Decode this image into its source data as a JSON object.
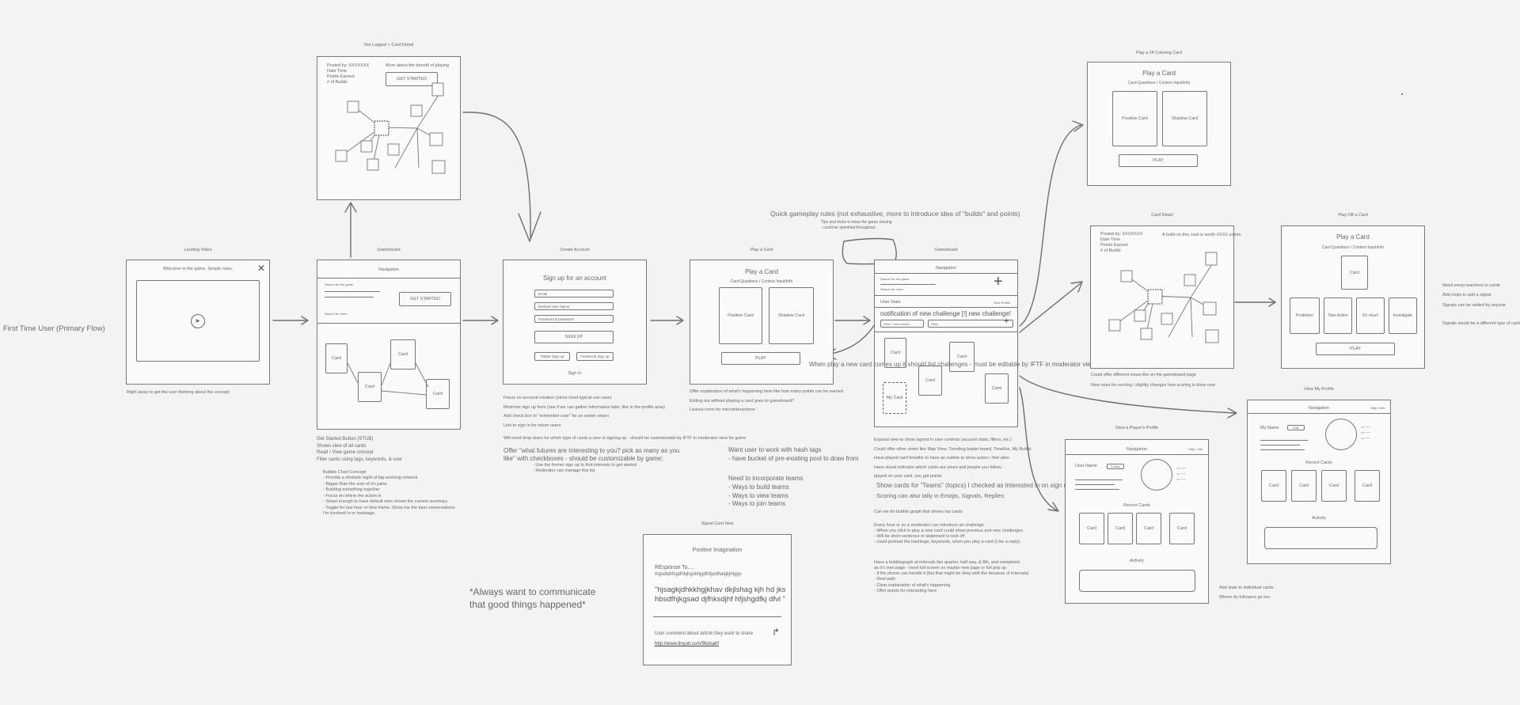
{
  "flow_label": "First Time User (Primary Flow)",
  "frames": {
    "landing": {
      "label": "Landing Video",
      "welcome": "Welcome to the game. Simple rules.",
      "note": "Right away to get the user thinking about the concept"
    },
    "card_detail_top": {
      "label": "Not Logged > Card Detail",
      "meta": [
        "Posted by: XXXXXXX",
        "Date Time",
        "Points Earned",
        "# of Builds"
      ],
      "hint": "More about the benefit of playing",
      "button": "GET STARTED"
    },
    "gameboard1": {
      "label": "Gameboard",
      "nav": "Navigation",
      "search_hint": "Search for the game",
      "search_more": "Search for more",
      "button": "GET STARTED",
      "cards": [
        "Card",
        "Card",
        "Card",
        "Card"
      ],
      "notes": [
        "Get Started Button (STUB)",
        "Shows view of all cards",
        "Read / View game concept",
        "Filter cards using tags, keywords, & user"
      ],
      "subnotes_title": "Bubble Chart Concept",
      "subnotes": [
        "- Provide a wholistic sight of big evolving network",
        "- Bigger than the sum of it's parts",
        "- Building something together",
        "- Focus on where the action is",
        "- Smart enough to have default view shows the current summary",
        "- Toggle for last hour or time frame. Show me the best conversations",
        "  I'm involved in or hashtags"
      ]
    },
    "create_account": {
      "label": "Create Account",
      "title": "Sign up for an account",
      "fields": [
        "Email",
        "Desired User Name",
        "Password & password"
      ],
      "signup": "SIGN UP",
      "twitter": "Twitter Sign up",
      "facebook": "Facebook Sign up",
      "signin": "Sign In",
      "notes": [
        "Focus on account creation (since most typical use case)",
        "Minimize sign up form (see if we can gather information later, like in the profile area)",
        "Add check box to \"remember user\" for an easier return",
        "Link to sign in for return users"
      ],
      "note2": "Will need drop down for which type of cards a user is signing up - should be customizable by IFTF in moderator view for game",
      "offer": [
        "Offer \"what futures are interesting to you? pick as many as you",
        "like\" with checkboxes - should be customizable by game;"
      ],
      "offer_sub": [
        "- Use the former sign up to find interests to get started",
        "- Moderator can manage this list"
      ]
    },
    "play_card1": {
      "label": "Play a Card",
      "title": "Play a Card",
      "sub": "Card Questions / Context Input/Info",
      "positive": "Positive Card",
      "shadow": "Shadow Card",
      "play": "PLAY",
      "notes": [
        "Offer explanation of what's happening here like how many points can be earned",
        "Exiting out without playing a card goes to gameboard?",
        "Leaves room for microinteractions"
      ]
    },
    "gameboard2": {
      "label": "Gameboard",
      "nav": "Navigation",
      "search_hint": "Search for the game",
      "search_more": "Search for more",
      "user_stats": "User Stats",
      "view_profile": "View Profile",
      "notification": "notification of new challenge [!] new challenge!",
      "filter1": "Filter / Sort results",
      "filter2": "Filter",
      "cards": [
        "Card",
        "Card",
        "Card",
        "Card"
      ],
      "my_card": "My Card",
      "notes": [
        "Expand view to show signed in user controls (account stats, filters, etc.)",
        "Could offer other views like Map View, Trending leader board, Timeline, My Builds",
        "Have played card breathe to have an outline to show action / feel alive",
        "Have visual indicator which cards are yours and people you follow,",
        "played on your card, you got points"
      ],
      "teams": "Show cards for \"Teams\" (topics) I checked as interested in on sign up",
      "scoring": "Scoring can also tally in Emojis, Signals, Replies",
      "bubble_note": "Can we do bubble graph that shows top cards",
      "hour_notes": [
        "Every hour or so a moderator can introduce an challenge",
        "- When you click to play a new card could show previous and new challenges",
        "- Will be short sentence or statement to kick off",
        "- could preload the hashtags, keywords, when you play a card (Like a reply)"
      ],
      "bubble2": [
        "Have a bubblegraph at intervals like quarter, half way, & 8th, and completed",
        "as it's own page - need full screen so maybe new page or full pop up",
        "- If the phone can handle it (but that might be okay with the because of intervals)",
        "- Deal path",
        "- Clear explanation of what's happening",
        "- Offer points for interacting here"
      ]
    },
    "hashtags": {
      "lines": [
        "Want user to work with hash tags",
        "- have bucket of pre-existing pool to draw from"
      ],
      "teams": [
        "Need to incorporate teams",
        "- Ways to build teams",
        "- Ways to view teams",
        "- Ways to join teams"
      ]
    },
    "quick_rules": {
      "title": "Quick gameplay rules (not exhaustive, more to introduce idea of \"builds\" and points)",
      "sub": [
        "Tips and tricks to keep the game moving",
        "- could be sprinkled throughout"
      ]
    },
    "new_card_note": "When play a new card comes up it should list challenges - must be editable by IFTF in moderator view",
    "signal_card": {
      "label": "Signal Card Idea",
      "title": "Positive Imagination",
      "response": "REsponse To....",
      "response_text": "ihgsdkjhfsgdhkjhgskhjgdhfgsdhalgkjhlggs",
      "quote": [
        "\"hjsagkjdhkkhgjkhav dkjlshag kjh hd jks",
        "hbsdfhjkgsad djfhksdjhf hfjshgdfkj dfvl \""
      ],
      "comment": "User comment about article they want to share",
      "link": "http://www.tinyurl.com/9kdsahf"
    },
    "always": [
      "*Always want to communicate",
      "that good things happened*"
    ],
    "coloring": {
      "label": "Play a Of Coloring Card",
      "title": "Play a Card",
      "sub": "Card Questions / Context Input/Info",
      "positive": "Positive Card",
      "shadow": "Shadow Card",
      "play": "PLAY"
    },
    "card_detail2": {
      "label": "Card Detail",
      "meta": [
        "Posted by: XXXXXXX",
        "Date Time",
        "Points Earned",
        "# of Builds"
      ],
      "hint": "A build on this card is worth XXXX points",
      "notes": [
        "Could offer different views like on the gameboard page",
        "New rules for scoring / slightly changes how scoring is done now"
      ]
    },
    "play_off": {
      "label": "Play Off a Card",
      "title": "Play a Card",
      "sub": "Card Questions / Context Input/Info",
      "card": "Card",
      "options": [
        "Prediction",
        "Take Action",
        "It's clear!",
        "Investigate"
      ],
      "play": "PLAY",
      "notes": [
        "Need emoji reactions to cards",
        "Add mojis to add a signal",
        "Signals can be added by anyone",
        "Signals would be a different type of card"
      ]
    },
    "player_profile": {
      "label": "View a Player's Profile",
      "nav": "Navigation",
      "help": "Help / Info",
      "user_name": "User Name",
      "follow": "Follow",
      "recent": "Recent Cards",
      "cards": [
        "Card",
        "Card",
        "Card",
        "Card"
      ],
      "activity": "Activity"
    },
    "my_profile": {
      "label": "View My Profile",
      "nav": "Navigation",
      "help": "Help / Info",
      "my_name": "My Name",
      "edit": "Edit",
      "recent": "Recent Cards",
      "cards": [
        "Card",
        "Card",
        "Card",
        "Card"
      ],
      "activity": "Activity",
      "notes": [
        "Add stats to individual cards",
        "Where do followers go too"
      ]
    }
  }
}
